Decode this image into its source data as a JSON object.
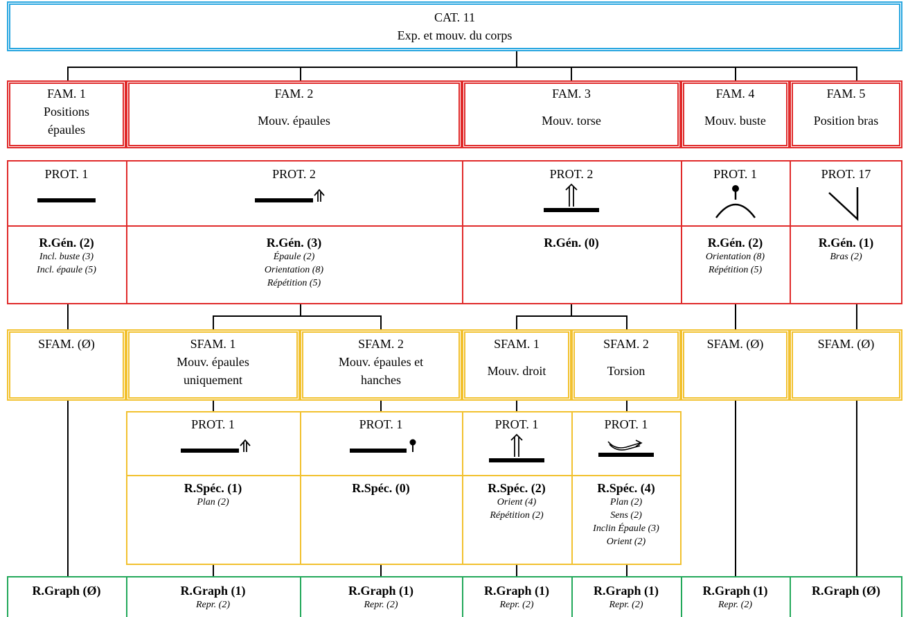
{
  "category": {
    "code": "CAT. 11",
    "name": "Exp. et mouv. du corps"
  },
  "colors": {
    "category": "#2aa7e0",
    "family": "#e02a2a",
    "subfamily": "#f2c12e",
    "graph": "#22a85a"
  },
  "families": [
    {
      "code": "FAM. 1",
      "name": "Positions épaules"
    },
    {
      "code": "FAM. 2",
      "name": "Mouv. épaules"
    },
    {
      "code": "FAM. 3",
      "name": "Mouv. torse"
    },
    {
      "code": "FAM. 4",
      "name": "Mouv. buste"
    },
    {
      "code": "FAM. 5",
      "name": "Position bras"
    }
  ],
  "family_prototypes": [
    {
      "label": "PROT. 1",
      "icon": "bar-icon"
    },
    {
      "label": "PROT. 2",
      "icon": "bar-arrow-up-icon"
    },
    {
      "label": "PROT. 2",
      "icon": "arrow-up-on-base-icon"
    },
    {
      "label": "PROT. 1",
      "icon": "dot-over-arc-icon"
    },
    {
      "label": "PROT. 17",
      "icon": "diagonal-vertical-icon"
    }
  ],
  "general_rules": [
    {
      "title": "R.Gén. (2)",
      "items": [
        "Incl. buste (3)",
        "Incl. épaule (5)"
      ]
    },
    {
      "title": "R.Gén. (3)",
      "items": [
        "Épaule (2)",
        "Orientation (8)",
        "Répétition (5)"
      ]
    },
    {
      "title": "R.Gén. (0)",
      "items": []
    },
    {
      "title": "R.Gén. (2)",
      "items": [
        "Orientation (8)",
        "Répétition (5)"
      ]
    },
    {
      "title": "R.Gén. (1)",
      "items": [
        "Bras (2)"
      ]
    }
  ],
  "subfamilies": [
    {
      "code": "SFAM. (Ø)",
      "name": ""
    },
    {
      "code": "SFAM. 1",
      "name": "Mouv. épaules uniquement"
    },
    {
      "code": "SFAM. 2",
      "name": "Mouv. épaules et hanches"
    },
    {
      "code": "SFAM. 1",
      "name": "Mouv. droit"
    },
    {
      "code": "SFAM. 2",
      "name": "Torsion"
    },
    {
      "code": "SFAM. (Ø)",
      "name": ""
    },
    {
      "code": "SFAM. (Ø)",
      "name": ""
    }
  ],
  "subfamily_prototypes": [
    {
      "label": "PROT. 1",
      "icon": "bar-arrow-up-icon"
    },
    {
      "label": "PROT. 1",
      "icon": "bar-pin-icon"
    },
    {
      "label": "PROT. 1",
      "icon": "arrow-up-on-base-icon"
    },
    {
      "label": "PROT. 1",
      "icon": "twist-arrow-on-base-icon"
    }
  ],
  "specific_rules": [
    {
      "title": "R.Spéc. (1)",
      "items": [
        "Plan (2)"
      ]
    },
    {
      "title": "R.Spéc. (0)",
      "items": []
    },
    {
      "title": "R.Spéc. (2)",
      "items": [
        "Orient (4)",
        "Répétition (2)"
      ]
    },
    {
      "title": "R.Spéc. (4)",
      "items": [
        "Plan (2)",
        "Sens (2)",
        "Inclin Épaule (3)",
        "Orient (2)"
      ]
    }
  ],
  "graph_rules": [
    {
      "title": "R.Graph (Ø)",
      "items": []
    },
    {
      "title": "R.Graph (1)",
      "items": [
        "Repr. (2)"
      ]
    },
    {
      "title": "R.Graph (1)",
      "items": [
        "Repr. (2)"
      ]
    },
    {
      "title": "R.Graph (1)",
      "items": [
        "Repr. (2)"
      ]
    },
    {
      "title": "R.Graph (1)",
      "items": [
        "Repr. (2)"
      ]
    },
    {
      "title": "R.Graph (1)",
      "items": [
        "Repr. (2)"
      ]
    },
    {
      "title": "R.Graph (Ø)",
      "items": []
    }
  ]
}
